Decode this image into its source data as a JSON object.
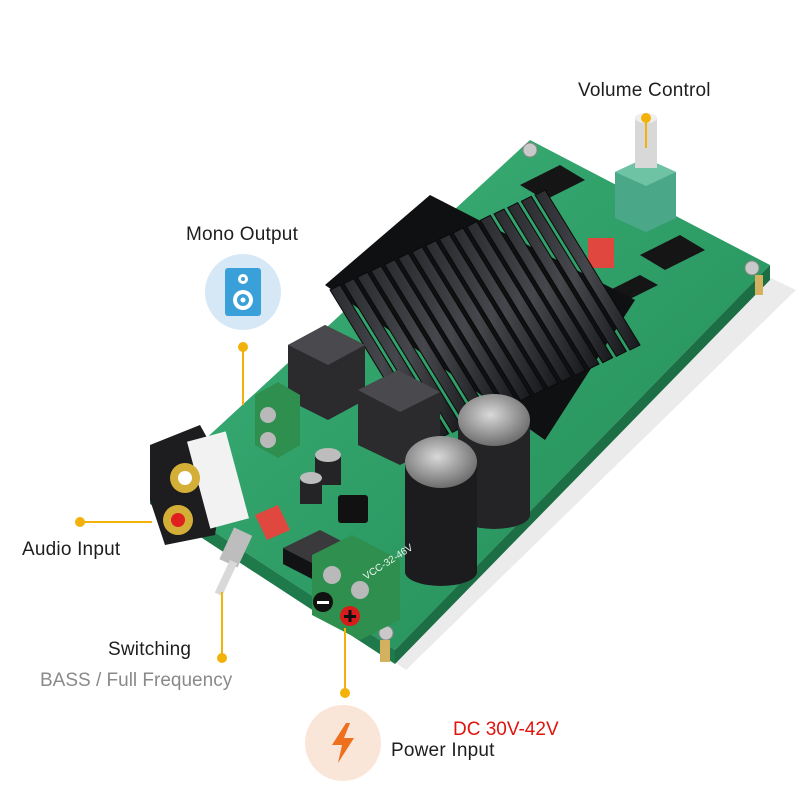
{
  "callouts": {
    "volume_control": "Volume Control",
    "mono_output": "Mono Output",
    "audio_input": "Audio Input",
    "switching": "Switching",
    "switching_sub": "BASS / Full Frequency",
    "power_input": "Power Input",
    "power_voltage": "DC 30V-42V"
  },
  "board_markings": {
    "vcc": "VCC-32-46V",
    "minus": "−",
    "plus": "+"
  },
  "icons": {
    "speaker": "speaker-icon",
    "power": "lightning-bolt-icon"
  },
  "colors": {
    "accent": "#f2b20a",
    "pcb": "#2fa068",
    "heatsink": "#1e1f22",
    "voltage_text": "#e0140f",
    "speaker_bg": "#d6e8f6",
    "power_bg": "#f9e6d8"
  }
}
